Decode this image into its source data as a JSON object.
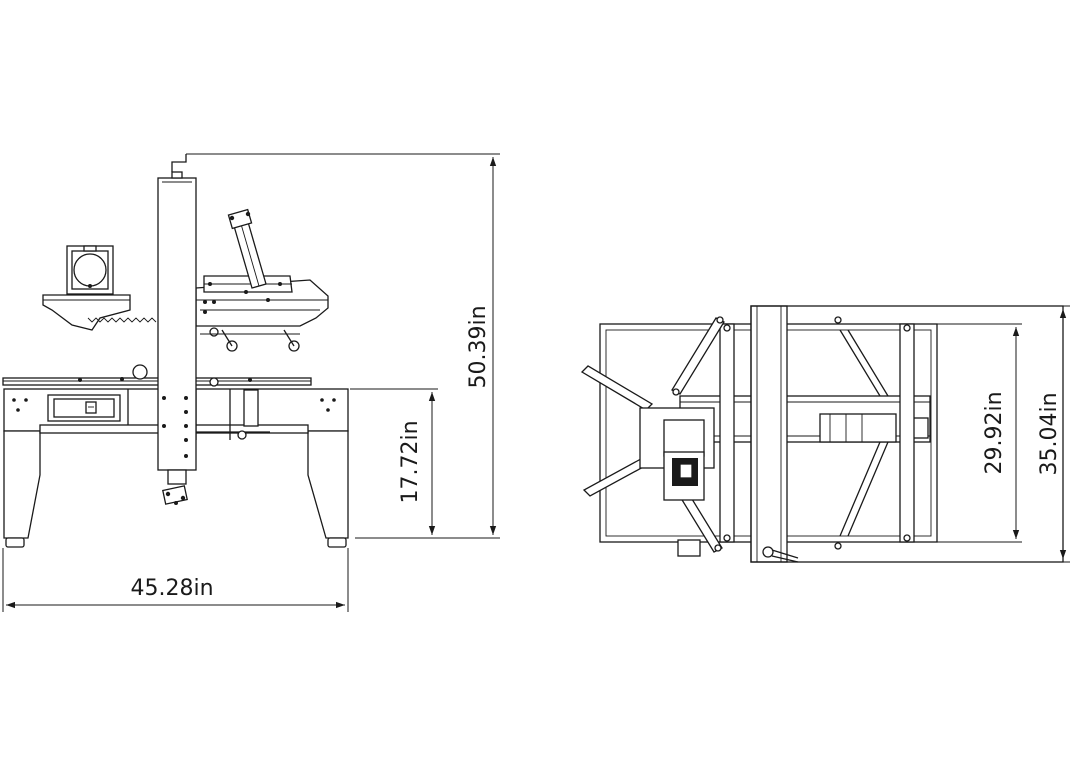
{
  "dimensions": {
    "overall_height": "50.39in",
    "table_height": "17.72in",
    "overall_width": "45.28in",
    "inner_depth": "29.92in",
    "overall_depth": "35.04in"
  }
}
